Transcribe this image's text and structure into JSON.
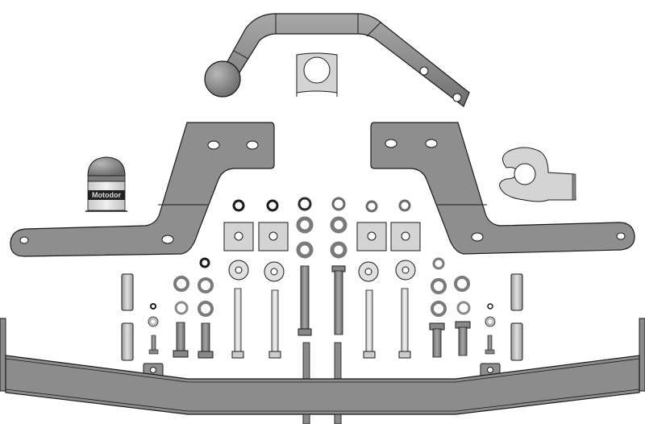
{
  "diagram": {
    "type": "exploded-parts-drawing",
    "subject": "towbar kit",
    "colors": {
      "background": "#ffffff",
      "steel_dark": "#8a8a8a",
      "steel_mid": "#9a9a9a",
      "plate_light": "#d4d4d4",
      "outline": "#1a1a1a"
    },
    "cap": {
      "brand_text": "Motodor"
    },
    "parts": [
      {
        "name": "tow-ball-neck",
        "count": 1
      },
      {
        "name": "electrical-socket-bracket",
        "count": 1
      },
      {
        "name": "mounting-arm-left",
        "count": 1
      },
      {
        "name": "mounting-arm-right",
        "count": 1
      },
      {
        "name": "tow-ball-cap",
        "count": 1
      },
      {
        "name": "socket-plate",
        "count": 1
      },
      {
        "name": "cross-beam",
        "count": 1
      },
      {
        "name": "spacer-tube",
        "count": 4
      },
      {
        "name": "square-washer-plate",
        "count": 4
      },
      {
        "name": "hex-nut",
        "count": 9
      },
      {
        "name": "flat-washer",
        "count": 12
      },
      {
        "name": "long-bolt",
        "count": 6
      },
      {
        "name": "short-bolt",
        "count": 4
      },
      {
        "name": "small-bolt",
        "count": 2
      },
      {
        "name": "threaded-rod",
        "count": 2
      }
    ]
  }
}
